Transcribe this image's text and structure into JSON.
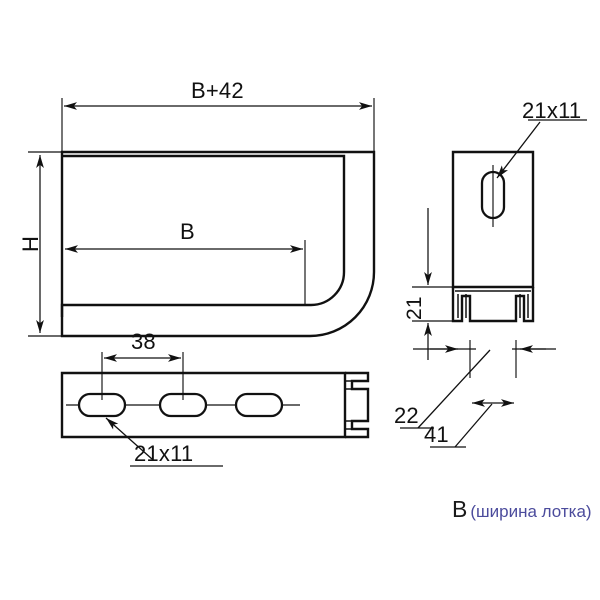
{
  "drawing": {
    "title": "Cable tray bracket technical drawing",
    "line_color": "#111111",
    "background": "#ffffff",
    "accent_color": "#4b4b9c"
  },
  "views": {
    "front": {
      "name": "front-elevation-view",
      "description": "L-shaped bracket profile with rounded corner"
    },
    "plan": {
      "name": "plan-view",
      "description": "Bottom plan view of bracket arm with three oblong slots"
    },
    "side": {
      "name": "side-view",
      "description": "Side view showing vertical oblong slot and C-channel section"
    }
  },
  "dimensions": {
    "overall_length": "B+42",
    "tray_width": "B",
    "height": "H",
    "slot_pitch": "38",
    "slot_size_plan": "21x11",
    "slot_size_side": "21x11",
    "channel_lip": "21",
    "channel_thickness": "22",
    "channel_width": "41"
  },
  "caption": {
    "symbol": "B",
    "note": "(ширина лотка)"
  },
  "icons": {
    "arrow": "dimension-arrow"
  }
}
